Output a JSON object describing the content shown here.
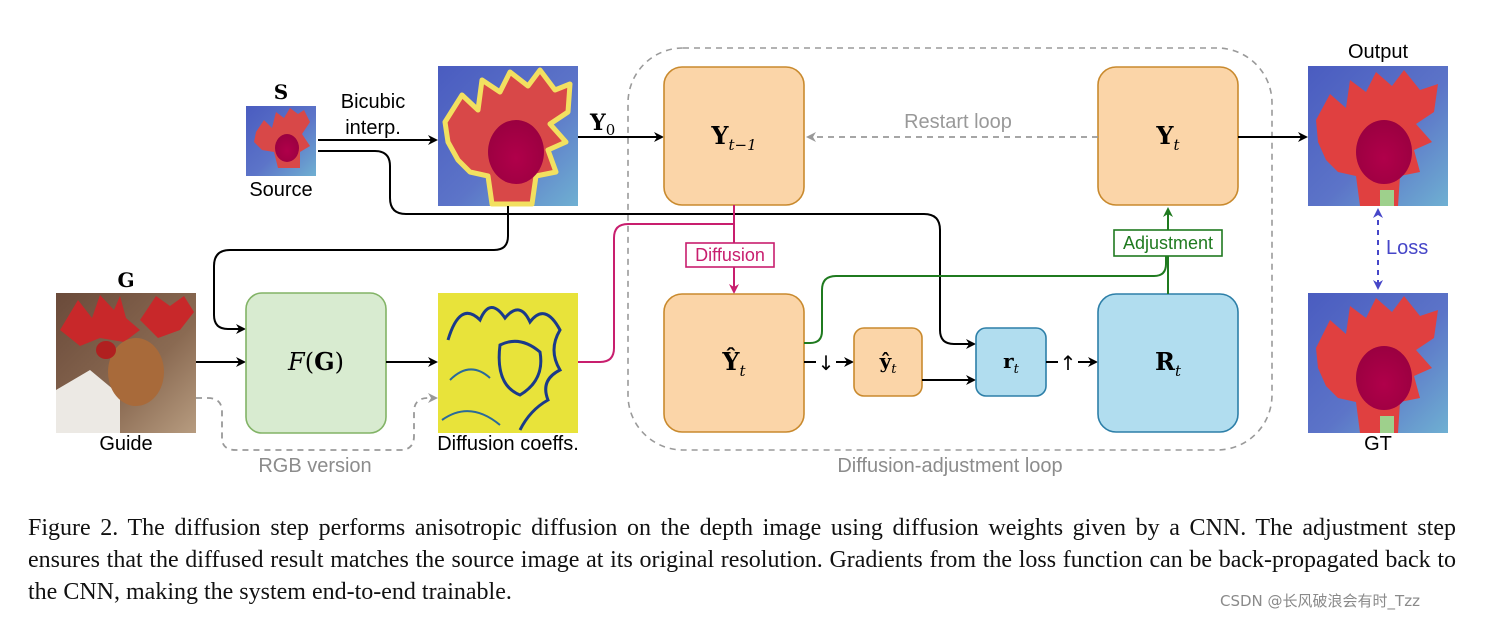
{
  "colors": {
    "orange_fill": "#fbd5a8",
    "orange_stroke": "#c98a2e",
    "green_fill": "#d8ebd0",
    "green_stroke": "#82b366",
    "blue_fill": "#b1ddef",
    "blue_stroke": "#2d7fa8",
    "magenta": "#c81e6e",
    "dark_green": "#1f7a1f",
    "loss_blue": "#4646c8",
    "gray": "#999999"
  },
  "images": {
    "source_label_top": "S",
    "source_label": "Source",
    "guide_label_top": "G",
    "guide_label": "Guide",
    "diffusion_coeffs_label": "Diffusion coeffs.",
    "output_label": "Output",
    "gt_label": "GT"
  },
  "edges": {
    "bicubic_line1": "Bicubic",
    "bicubic_line2": "interp.",
    "y0_label": "Y",
    "y0_sub": "0",
    "rgb_version": "RGB version",
    "restart_loop": "Restart loop",
    "diffusion": "Diffusion",
    "adjustment": "Adjustment",
    "loss": "Loss",
    "down_arrow": "↓",
    "up_arrow": "↑"
  },
  "nodes": {
    "f_g": {
      "fn": "F",
      "open": "(",
      "arg": "G",
      "close": ")"
    },
    "y_prev": {
      "main": "Y",
      "sub": "t−1"
    },
    "y_t": {
      "main": "Y",
      "sub": "t"
    },
    "y_hat_t": {
      "main": "Ŷ",
      "sub": "t"
    },
    "y_hat_small": {
      "main": "ŷ",
      "sub": "t"
    },
    "r_small": {
      "main": "r",
      "sub": "t"
    },
    "r_large": {
      "main": "R",
      "sub": "t"
    }
  },
  "loop_label": "Diffusion-adjustment loop",
  "caption": "Figure 2. The diffusion step performs anisotropic diffusion on the depth image using diffusion weights given by a CNN. The adjustment step ensures that the diffused result matches the source image at its original resolution. Gradients from the loss function can be back-propagated back to the CNN, making the system end-to-end trainable.",
  "watermark": "CSDN @长风破浪会有时_Tzz"
}
